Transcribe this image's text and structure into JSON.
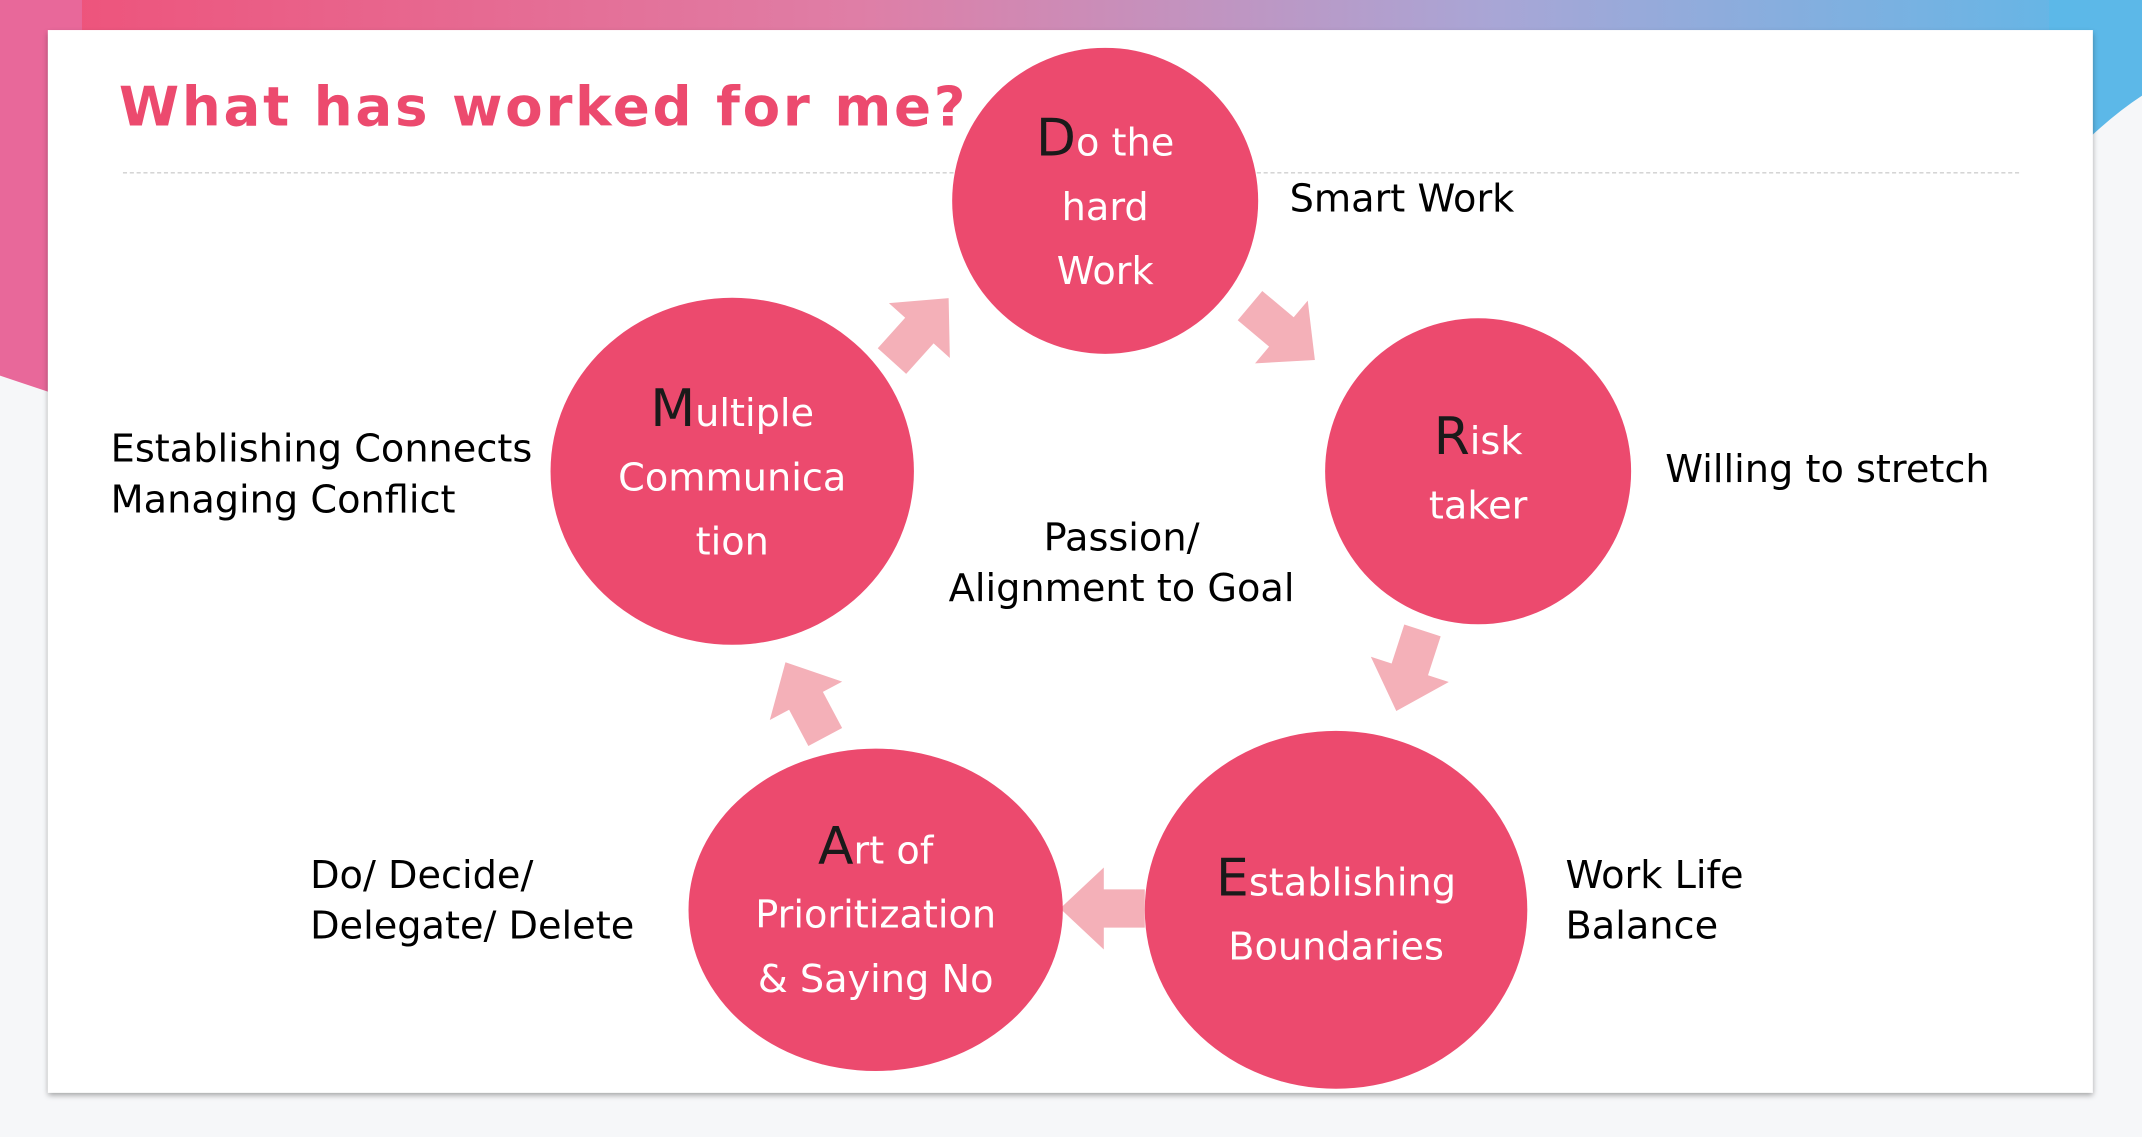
{
  "title": "What has worked for me?",
  "colors": {
    "circle": "#ec4a6e",
    "arrow": "#f4b0b8",
    "title": "#ec4a6e"
  },
  "center_text": {
    "line1": "Passion/",
    "line2": "Alignment to Goal"
  },
  "steps": [
    {
      "initial": "D",
      "line1_rest": "o the",
      "line2": "hard",
      "line3": "Work",
      "note": [
        "Smart Work"
      ]
    },
    {
      "initial": "R",
      "line1_rest": "isk",
      "line2": "taker",
      "note": [
        "Willing to stretch"
      ]
    },
    {
      "initial": "E",
      "line1_rest": "stablishing",
      "line2": "Boundaries",
      "note": [
        "Work Life",
        "Balance"
      ]
    },
    {
      "initial": "A",
      "line1_rest": "rt of",
      "line2": "Prioritization",
      "line3": "& Saying No",
      "note": [
        "Do/ Decide/",
        "Delegate/ Delete"
      ]
    },
    {
      "initial": "M",
      "line1_rest": "ultiple",
      "line2": "Communica",
      "line3": "tion",
      "note": [
        "Establishing Connects",
        "Managing Conflict"
      ]
    }
  ]
}
